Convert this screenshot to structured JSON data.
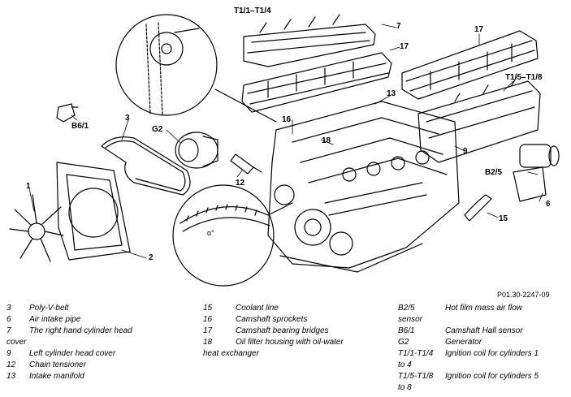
{
  "figure_ref": "P01.30-2247-09",
  "callouts": {
    "t1_1_t1_4": "T1/1–T1/4",
    "n7": "7",
    "n17_top": "17",
    "n17_mid": "17",
    "t1_5_t1_8": "T1/5–T1/8",
    "n13": "13",
    "n16": "16",
    "n18": "18",
    "n3": "3",
    "g2": "G2",
    "b6_1": "B6/1",
    "n9": "9",
    "b2_5": "B2/5",
    "n12": "12",
    "n6": "6",
    "n1": "1",
    "n2": "2",
    "n15": "15",
    "mark": "ɑ°"
  },
  "legend": {
    "col1": [
      {
        "num": "3",
        "text": "Poly-V-belt"
      },
      {
        "num": "6",
        "text": "Air intake pipe"
      },
      {
        "num": "7",
        "text": "The right hand cylinder head",
        "cont": "cover"
      },
      {
        "num": "9",
        "text": "Left cylinder head cover"
      },
      {
        "num": "12",
        "text": "Chain tensioner"
      },
      {
        "num": "13",
        "text": "Intake manifold"
      }
    ],
    "col2": [
      {
        "num": "15",
        "text": "Coolant line"
      },
      {
        "num": "16",
        "text": "Camshaft sprockets"
      },
      {
        "num": "17",
        "text": "Camshaft bearing bridges"
      },
      {
        "num": "18",
        "text": "Oil filter housing with oil-water",
        "cont": "heat exchanger"
      }
    ],
    "col3": [
      {
        "num": "B2/5",
        "text": "Hot film mass air flow",
        "cont": "sensor"
      },
      {
        "num": "B6/1",
        "text": "Camshaft Hall sensor"
      },
      {
        "num": "G2",
        "text": "Generator"
      },
      {
        "num": "T1/1-T1/4",
        "text": "Ignition coil for cylinders 1",
        "cont": "to 4"
      },
      {
        "num": "T1/5-T1/8",
        "text": "Ignition coil for cylinders 5",
        "cont": "to 8"
      }
    ]
  }
}
